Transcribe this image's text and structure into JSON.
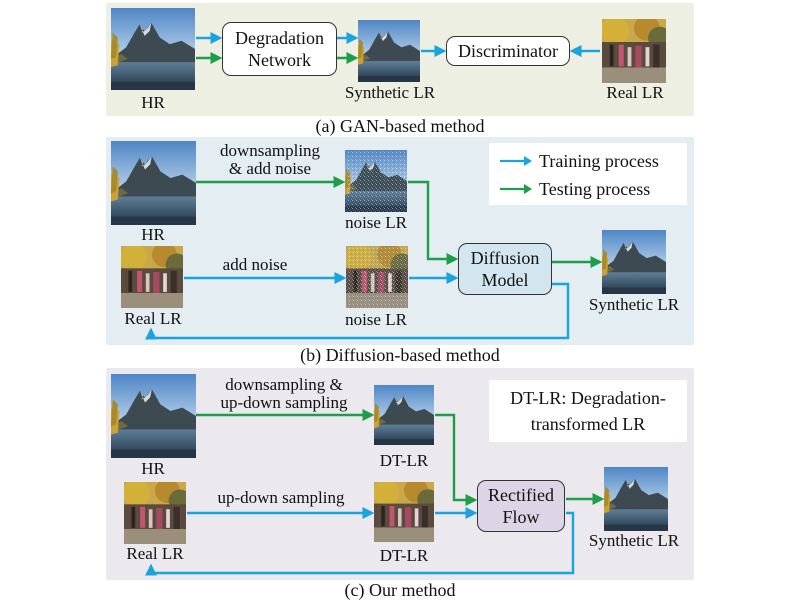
{
  "colors": {
    "panel_a_bg": "#ecefe2",
    "panel_b_bg": "#e3edf2",
    "panel_c_bg": "#ebe8ee",
    "training_arrow": "#1aa3dd",
    "testing_arrow": "#1f9e4a"
  },
  "panel_a": {
    "caption": "(a) GAN-based method",
    "hr": "HR",
    "degradation": [
      "Degradation",
      "Network"
    ],
    "synthetic_lr": "Synthetic LR",
    "discriminator": "Discriminator",
    "real_lr": "Real LR"
  },
  "panel_b": {
    "caption": "(b) Diffusion-based method",
    "hr": "HR",
    "downsample_note": [
      "downsampling",
      "& add noise"
    ],
    "noise_lr_top": "noise LR",
    "real_lr": "Real LR",
    "add_noise": "add noise",
    "noise_lr_bottom": "noise LR",
    "diffusion": [
      "Diffusion",
      "Model"
    ],
    "synthetic_lr": "Synthetic LR",
    "legend": {
      "training": "Training process",
      "testing": "Testing process"
    }
  },
  "panel_c": {
    "caption": "(c) Our method",
    "hr": "HR",
    "downsample_note": [
      "downsampling &",
      "up-down sampling"
    ],
    "dt_lr_top": "DT-LR",
    "real_lr": "Real LR",
    "updown": "up-down sampling",
    "dt_lr_bottom": "DT-LR",
    "rectified": [
      "Rectified",
      "Flow"
    ],
    "synthetic_lr": "Synthetic LR",
    "note": [
      "DT-LR: Degradation-",
      "transformed LR"
    ]
  },
  "icons": {
    "mountain": "mountain-lake-photo",
    "real": "street-tree-photo",
    "noise": "noisy-photo"
  }
}
